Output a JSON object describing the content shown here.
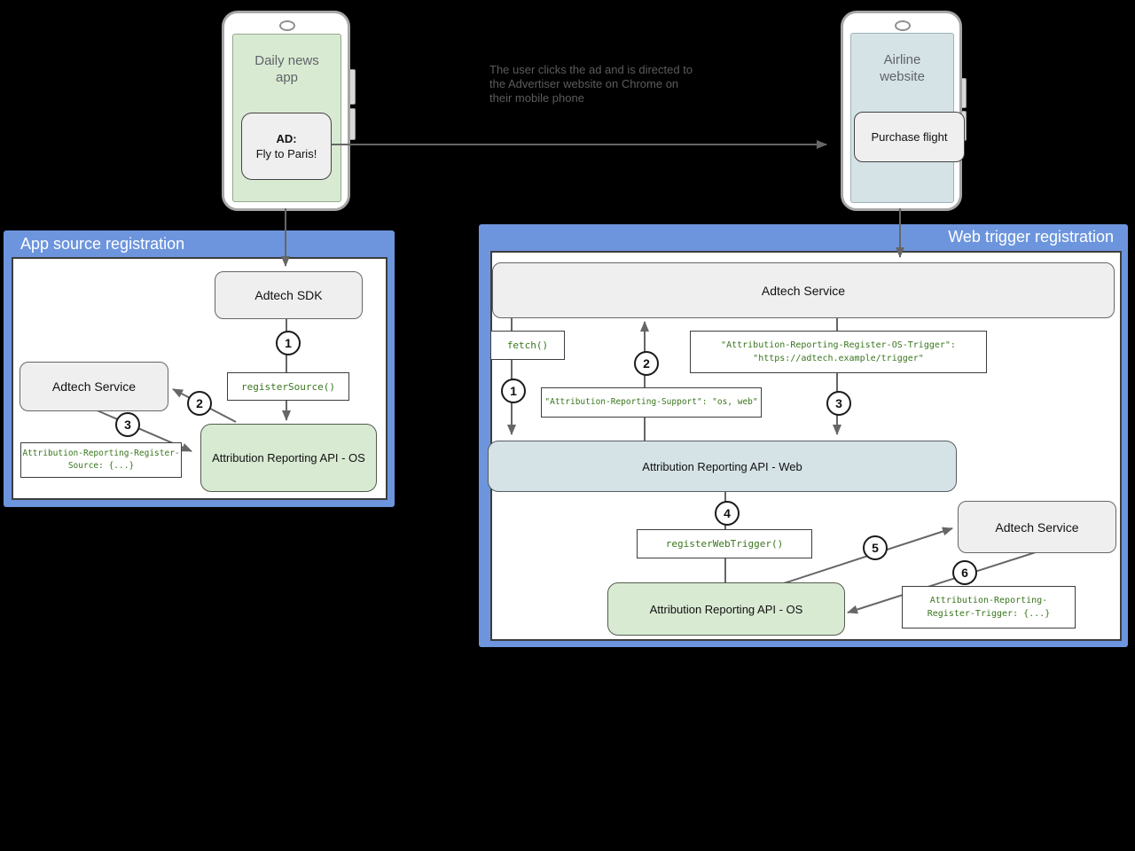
{
  "flow": {
    "annotation": "The user clicks the ad and is directed to\nthe Advertiser website on Chrome on\ntheir mobile phone"
  },
  "phones": {
    "news_app": {
      "title": "Daily news\napp",
      "ad_heading": "AD:",
      "ad_text": "Fly to Paris!"
    },
    "airline": {
      "title": "Airline\nwebsite",
      "button": "Purchase flight"
    }
  },
  "left_panel": {
    "title": "App source registration",
    "nodes": {
      "adtech_sdk": "Adtech SDK",
      "adtech_service": "Adtech Service",
      "api_os": "Attribution Reporting API - OS"
    },
    "code": {
      "register_source_fn": "registerSource()",
      "register_source_header": "Attribution-Reporting-Register-\nSource: {...}"
    },
    "steps": [
      "1",
      "2",
      "3"
    ]
  },
  "right_panel": {
    "title": "Web trigger registration",
    "nodes": {
      "adtech_service_top": "Adtech Service",
      "api_web": "Attribution Reporting API - Web",
      "adtech_service_side": "Adtech Service",
      "api_os": "Attribution Reporting API - OS"
    },
    "code": {
      "fetch_fn": "fetch()",
      "os_trigger_header": "\"Attribution-Reporting-Register-OS-Trigger\":\n\"https://adtech.example/trigger\"",
      "support_header": "\"Attribution-Reporting-Support\": \"os, web\"",
      "register_web_trigger_fn": "registerWebTrigger()",
      "register_trigger_header": "Attribution-Reporting-\nRegister-Trigger: {...}"
    },
    "steps": [
      "1",
      "2",
      "3",
      "4",
      "5",
      "6"
    ]
  },
  "colors": {
    "panel_accent": "#6c95dd",
    "panel_border": "#3d3d3d",
    "box_gray": "#efefef",
    "box_green": "#d9ead3",
    "box_blue": "#d6e3e6",
    "code_green": "#38761d",
    "arrow_gray": "#666666"
  }
}
